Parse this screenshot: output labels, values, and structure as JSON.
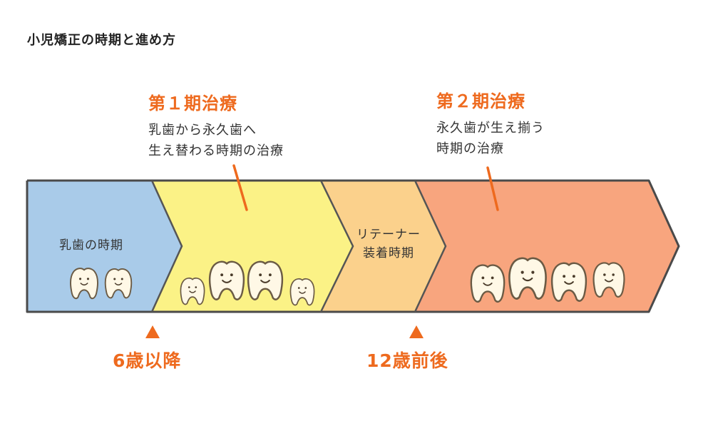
{
  "title": "小児矯正の時期と進め方",
  "phase1": {
    "title": "第１期治療",
    "desc_line1": "乳歯から永久歯へ",
    "desc_line2": "生え替わる時期の治療"
  },
  "phase2": {
    "title": "第２期治療",
    "desc_line1": "永久歯が生え揃う",
    "desc_line2": "時期の治療"
  },
  "segments": {
    "baby_teeth": "乳歯の時期",
    "retainer_line1": "リテーナー",
    "retainer_line2": "装着時期"
  },
  "ages": {
    "first": "6歳以降",
    "second": "12歳前後"
  },
  "colors": {
    "accent": "#ee6a1e",
    "baby_teeth_segment": "#a9cbe9",
    "phase1_segment": "#fbf286",
    "retainer_segment": "#fbd18c",
    "phase2_segment": "#f8a57e",
    "tooth": "#fff8e6"
  }
}
